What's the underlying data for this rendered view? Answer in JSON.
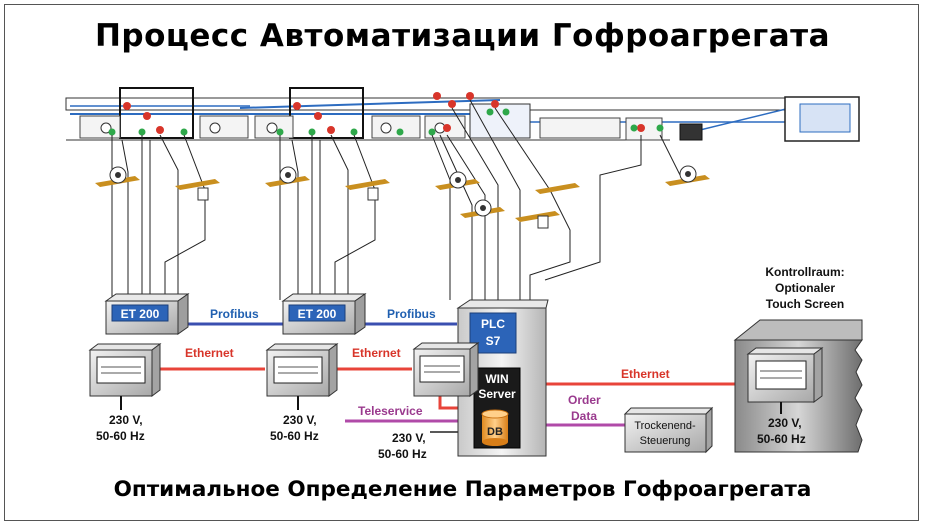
{
  "header": {
    "title": "Процесс Автоматизации Гофроагрегата"
  },
  "footer": {
    "subtitle": "Оптимальное Определение Параметров Гофроагрегата"
  },
  "nodes": {
    "et200_1": "ET 200",
    "et200_2": "ET 200",
    "plc": [
      "PLC",
      "S7"
    ],
    "win_server": [
      "WIN",
      "Server"
    ],
    "db": "DB",
    "trockenend": [
      "Trockenend-",
      "Steuerung"
    ],
    "control_room": [
      "Kontrollraum:",
      "Optionaler",
      "Touch Screen"
    ]
  },
  "links": {
    "profibus_1": "Profibus",
    "profibus_2": "Profibus",
    "ethernet_1": "Ethernet",
    "ethernet_2": "Ethernet",
    "ethernet_3": "Ethernet",
    "teleservice": "Teleservice",
    "order_data": [
      "Order",
      "Data"
    ]
  },
  "power": {
    "ps_1": [
      "230 V,",
      "50-60 Hz"
    ],
    "ps_2": [
      "230 V,",
      "50-60 Hz"
    ],
    "ps_3": [
      "230 V,",
      "50-60 Hz"
    ],
    "ps_4": [
      "230 V,",
      "50-60 Hz"
    ]
  },
  "colors": {
    "profibus": "#3a4fb0",
    "ethernet": "#e8443a",
    "teleservice": "#b04aa8",
    "label_blue": "#1f5fb0",
    "label_red": "#d8352a",
    "label_purple": "#9a3a8e",
    "plc_fill": "#2c64b8",
    "db_fill": "#f2a540"
  }
}
